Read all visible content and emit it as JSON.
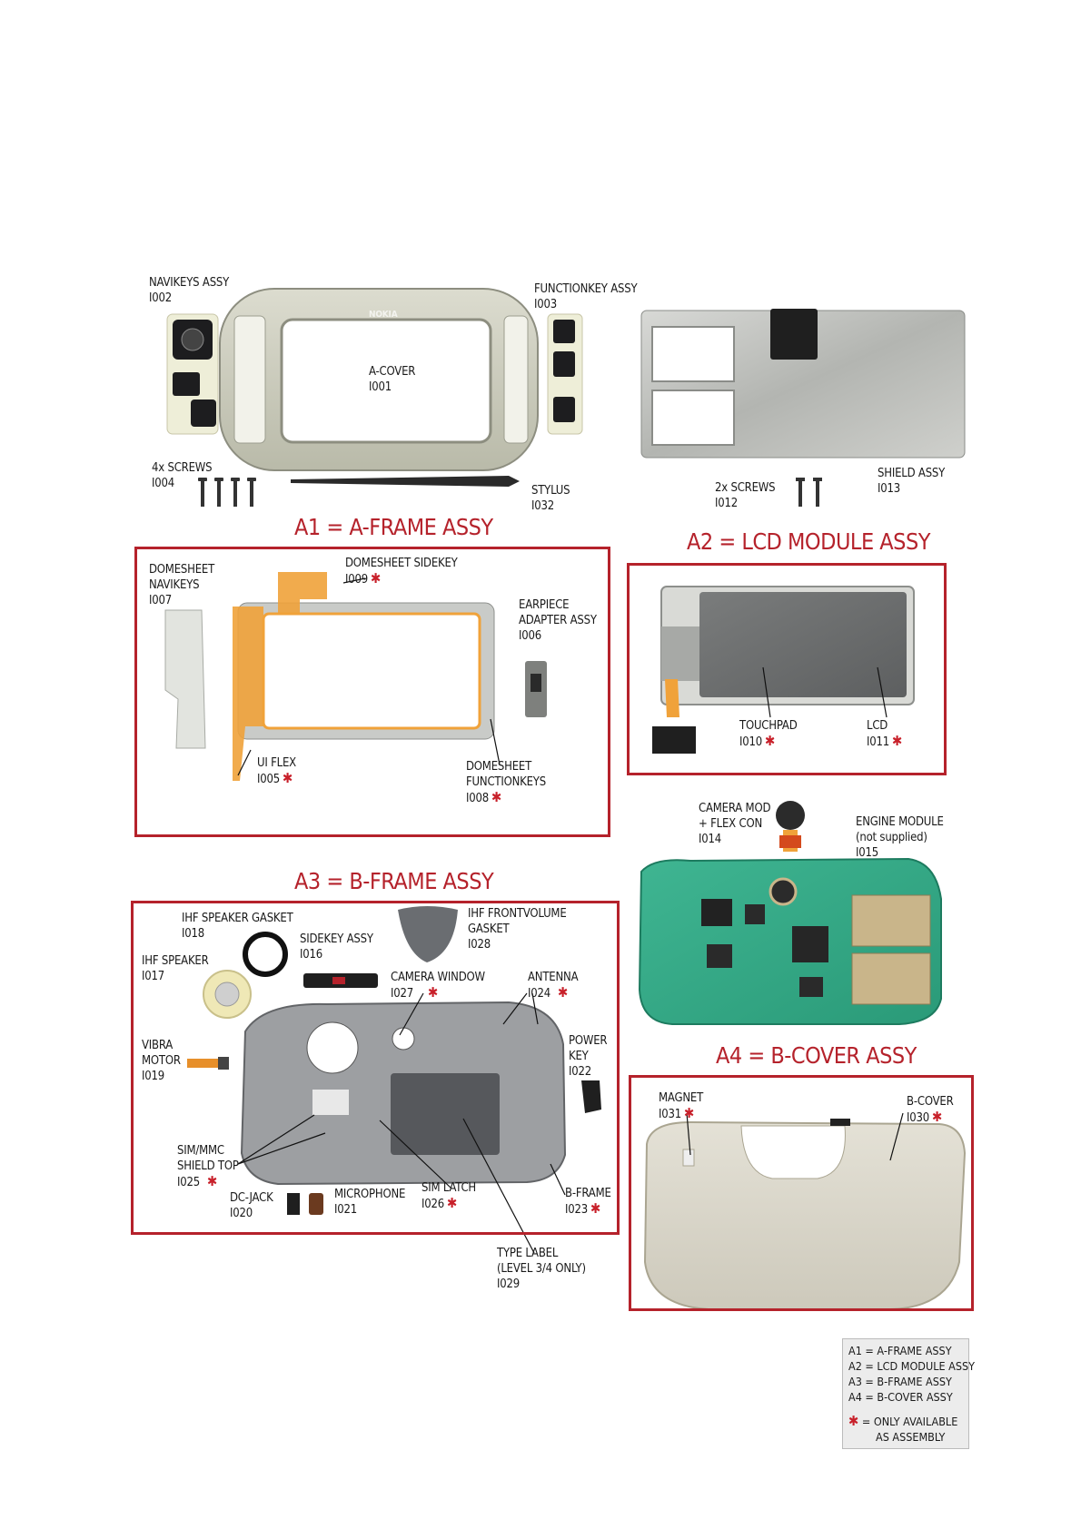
{
  "sections": {
    "a1": "A1 = A-FRAME ASSY",
    "a2": "A2 = LCD MODULE ASSY",
    "a3": "A3 = B-FRAME ASSY",
    "a4": "A4 = B-COVER ASSY"
  },
  "parts": {
    "navikeys_assy": {
      "name": "NAVIKEYS ASSY",
      "code": "I002"
    },
    "functionkey_assy": {
      "name": "FUNCTIONKEY ASSY",
      "code": "I003"
    },
    "a_cover": {
      "name": "A-COVER",
      "code": "I001",
      "brand": "NOKIA"
    },
    "screws_4x": {
      "name": "4x SCREWS",
      "code": "I004"
    },
    "stylus": {
      "name": "STYLUS",
      "code": "I032"
    },
    "screws_2x": {
      "name": "2x SCREWS",
      "code": "I012"
    },
    "shield_assy": {
      "name": "SHIELD ASSY",
      "code": "I013"
    },
    "domesheet_navikeys": {
      "name1": "DOMESHEET",
      "name2": "NAVIKEYS",
      "code": "I007"
    },
    "domesheet_sidekey": {
      "name": "DOMESHEET SIDEKEY",
      "code": "I009"
    },
    "earpiece_adapter": {
      "name1": "EARPIECE",
      "name2": "ADAPTER ASSY",
      "code": "I006"
    },
    "ui_flex": {
      "name": "UI FLEX",
      "code": "I005"
    },
    "domesheet_functionkeys": {
      "name1": "DOMESHEET",
      "name2": "FUNCTIONKEYS",
      "code": "I008"
    },
    "touchpad": {
      "name": "TOUCHPAD",
      "code": "I010"
    },
    "lcd": {
      "name": "LCD",
      "code": "I011"
    },
    "camera_mod": {
      "name1": "CAMERA MOD",
      "name2": "+ FLEX CON",
      "code": "I014"
    },
    "engine_module": {
      "name1": "ENGINE MODULE",
      "name2": "(not supplied)",
      "code": "I015"
    },
    "ihf_speaker_gasket": {
      "name": "IHF SPEAKER GASKET",
      "code": "I018"
    },
    "ihf_frontvolume_gasket": {
      "name1": "IHF FRONTVOLUME",
      "name2": "GASKET",
      "code": "I028"
    },
    "sidekey_assy": {
      "name": "SIDEKEY ASSY",
      "code": "I016"
    },
    "ihf_speaker": {
      "name": "IHF SPEAKER",
      "code": "I017"
    },
    "camera_window": {
      "name": "CAMERA WINDOW",
      "code": "I027"
    },
    "antenna": {
      "name": "ANTENNA",
      "code": "I024"
    },
    "vibra_motor": {
      "name1": "VIBRA",
      "name2": "MOTOR",
      "code": "I019"
    },
    "power_key": {
      "name1": "POWER",
      "name2": "KEY",
      "code": "I022"
    },
    "sim_mmc_shield": {
      "name1": "SIM/MMC",
      "name2": "SHIELD TOP",
      "code": "I025"
    },
    "dc_jack": {
      "name": "DC-JACK",
      "code": "I020"
    },
    "microphone": {
      "name": "MICROPHONE",
      "code": "I021"
    },
    "sim_latch": {
      "name": "SIM LATCH",
      "code": "I026"
    },
    "b_frame": {
      "name": "B-FRAME",
      "code": "I023"
    },
    "type_label": {
      "name1": "TYPE LABEL",
      "name2": "(LEVEL 3/4 ONLY)",
      "code": "I029"
    },
    "magnet": {
      "name": "MAGNET",
      "code": "I031"
    },
    "b_cover": {
      "name": "B-COVER",
      "code": "I030"
    }
  },
  "legend": {
    "a1": "A1 = A-FRAME ASSY",
    "a2": "A2 = LCD MODULE ASSY",
    "a3": "A3 = B-FRAME ASSY",
    "a4": "A4 = B-COVER ASSY",
    "star": "✱",
    "note1": "= ONLY AVAILABLE",
    "note2": "AS ASSEMBLY"
  },
  "colors": {
    "accent": "#b5222b"
  }
}
